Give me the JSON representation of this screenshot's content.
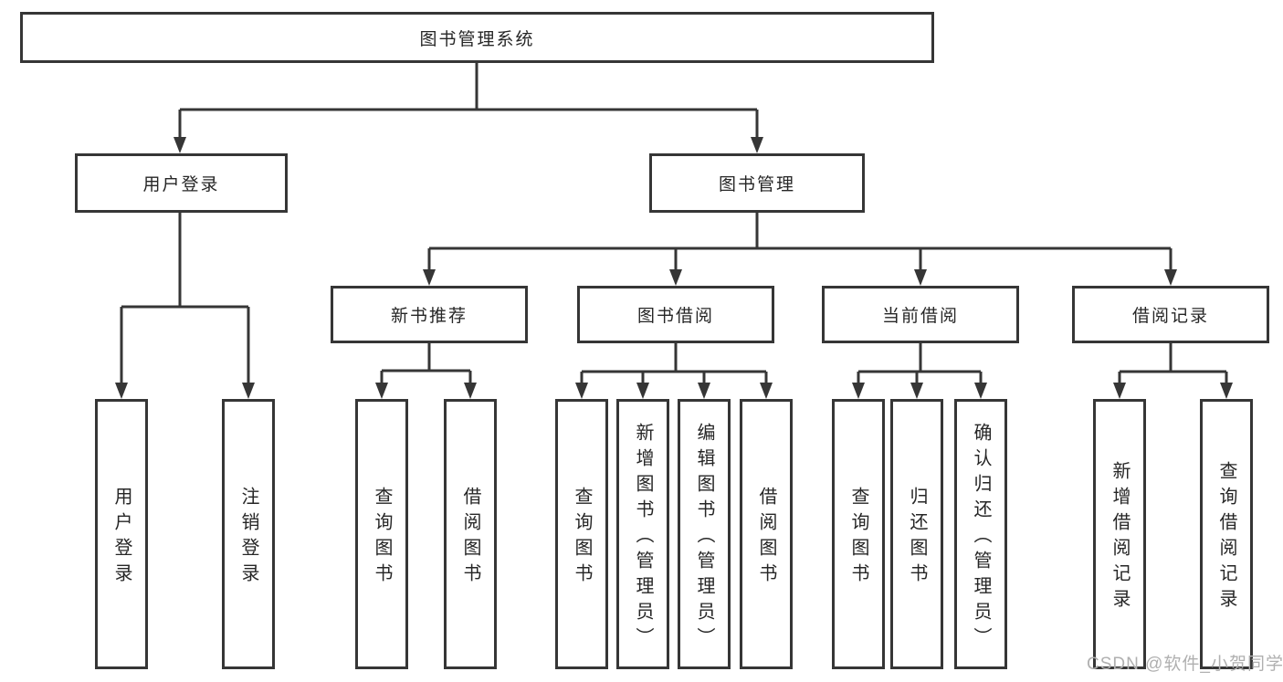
{
  "diagram": {
    "root": {
      "label": "图书管理系统"
    },
    "level1": [
      {
        "label": "用户登录"
      },
      {
        "label": "图书管理"
      }
    ],
    "level2": [
      {
        "label": "新书推荐"
      },
      {
        "label": "图书借阅"
      },
      {
        "label": "当前借阅"
      },
      {
        "label": "借阅记录"
      }
    ],
    "leaves": {
      "user_login": [
        {
          "label": "用户登录"
        },
        {
          "label": "注销登录"
        }
      ],
      "new_book": [
        {
          "label": "查询图书"
        },
        {
          "label": "借阅图书"
        }
      ],
      "book_borrow": [
        {
          "label": "查询图书"
        },
        {
          "label": "新增图书（管理员）"
        },
        {
          "label": "编辑图书（管理员）"
        },
        {
          "label": "借阅图书"
        }
      ],
      "current_borrow": [
        {
          "label": "查询图书"
        },
        {
          "label": "归还图书"
        },
        {
          "label": "确认归还（管理员）"
        }
      ],
      "borrow_record": [
        {
          "label": "新增借阅记录"
        },
        {
          "label": "查询借阅记录"
        }
      ]
    }
  },
  "watermark": {
    "text": "CSDN @软件_小贺同学"
  },
  "colors": {
    "line": "#363636",
    "box_border": "#363636",
    "text": "#262626",
    "background": "#ffffff",
    "watermark": "#b0b0b0"
  }
}
